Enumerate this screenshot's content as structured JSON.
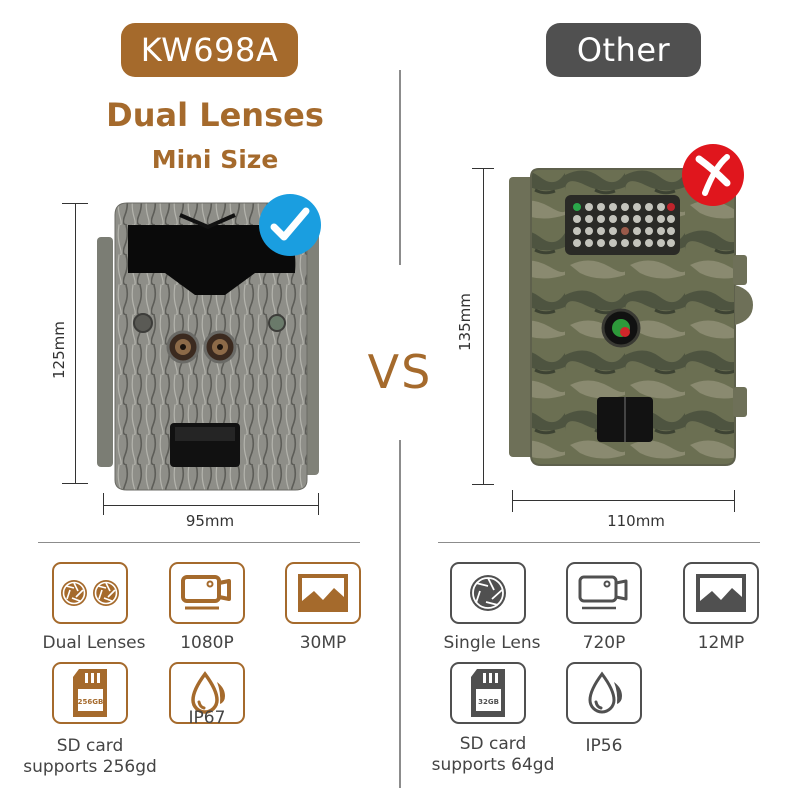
{
  "left": {
    "badge": "KW698A",
    "headline": "Dual Lenses",
    "subheadline": "Mini Size",
    "height_label": "125mm",
    "width_label": "95mm",
    "verdict_icon": "check-icon",
    "features": [
      {
        "icon": "dual-aperture-icon",
        "label": "Dual Lenses"
      },
      {
        "icon": "video-camera-icon",
        "label": "1080P"
      },
      {
        "icon": "image-icon",
        "label": "30MP"
      },
      {
        "icon": "sd-card-icon",
        "card_text": "256GB",
        "label": "SD card\nsupports 256gd"
      },
      {
        "icon": "water-drop-icon",
        "label": "IP67"
      }
    ]
  },
  "right": {
    "badge": "Other",
    "height_label": "135mm",
    "width_label": "110mm",
    "verdict_icon": "cross-icon",
    "features": [
      {
        "icon": "aperture-icon",
        "label": "Single Lens"
      },
      {
        "icon": "video-camera-icon",
        "label": "720P"
      },
      {
        "icon": "image-icon",
        "label": "12MP"
      },
      {
        "icon": "sd-card-icon",
        "card_text": "32GB",
        "label": "SD card\nsupports 64gd"
      },
      {
        "icon": "water-drop-icon",
        "label": "IP56"
      }
    ]
  },
  "center": {
    "vs": "VS"
  },
  "colors": {
    "brand": "#a56a2c",
    "other": "#505050",
    "check": "#1a9ee0",
    "cross": "#e0161d"
  }
}
